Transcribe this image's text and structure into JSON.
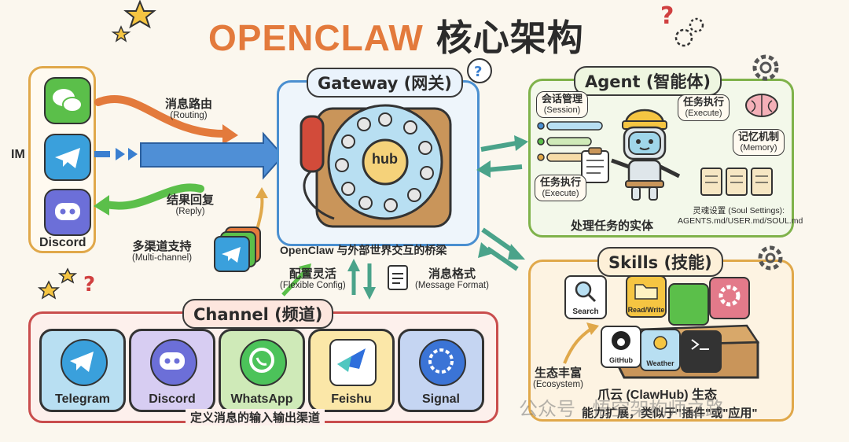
{
  "title": {
    "en": "OPENCLAW",
    "cn": "核心架构"
  },
  "im": {
    "label": "IM",
    "discord_label": "Discord"
  },
  "flows": {
    "routing": {
      "cn": "消息路由",
      "en": "(Routing)"
    },
    "reply": {
      "cn": "结果回复",
      "en": "(Reply)"
    },
    "multi_channel": {
      "cn": "多渠道支持",
      "en": "(Multi-channel)"
    },
    "flexible_config": {
      "cn": "配置灵活",
      "en": "(Flexible Config)"
    },
    "message_format": {
      "cn": "消息格式",
      "en": "(Message Format)"
    }
  },
  "gateway": {
    "title": "Gateway (网关)",
    "hub": "hub",
    "caption": "OpenClaw 与外部世界交互的桥梁"
  },
  "agent": {
    "title": "Agent (智能体)",
    "session": {
      "cn": "会话管理",
      "en": "(Session)"
    },
    "execute_top": {
      "cn": "任务执行",
      "en": "(Execute)"
    },
    "memory": {
      "cn": "记忆机制",
      "en": "(Memory)"
    },
    "execute_bottom": {
      "cn": "任务执行",
      "en": "(Execute)"
    },
    "soul_settings": {
      "cn": "灵魂设置 (Soul Settings):",
      "files": "AGENTS.md/USER.md/SOUL.md"
    },
    "caption": "处理任务的实体"
  },
  "skills": {
    "title": "Skills (技能)",
    "search": "Search",
    "items": [
      "Read/Write",
      "GitHub",
      "Weather",
      ""
    ],
    "ecosystem": {
      "cn": "生态丰富",
      "en": "(Ecosystem)"
    },
    "clawhub": "爪云 (ClawHub) 生态",
    "caption": "能力扩展，类似于\"插件\"或\"应用\""
  },
  "channel": {
    "title": "Channel (频道)",
    "items": [
      "Telegram",
      "Discord",
      "WhatsApp",
      "Feishu",
      "Signal"
    ],
    "caption": "定义消息的输入输出渠道"
  },
  "watermark": "公众号 · 悟空架构师之路",
  "colors": {
    "wechat": "#5bbf4a",
    "telegram": "#3aa0dc",
    "discord": "#6c6fd8",
    "whatsapp": "#4cc35a",
    "feishu": "#2f6fdc",
    "signal": "#3b74d6",
    "gateway_border": "#4a8fd0",
    "agent_border": "#7fb24a",
    "skills_border": "#e0a84a",
    "channel_border": "#c94d4d"
  },
  "icons": [
    "wechat-icon",
    "telegram-icon",
    "discord-icon",
    "whatsapp-icon",
    "feishu-icon",
    "signal-icon",
    "telephone-hub-icon",
    "robot-icon",
    "gear-icon",
    "question-icon",
    "star-icon",
    "github-icon",
    "search-icon",
    "terminal-icon",
    "weather-icon",
    "folder-icon"
  ]
}
